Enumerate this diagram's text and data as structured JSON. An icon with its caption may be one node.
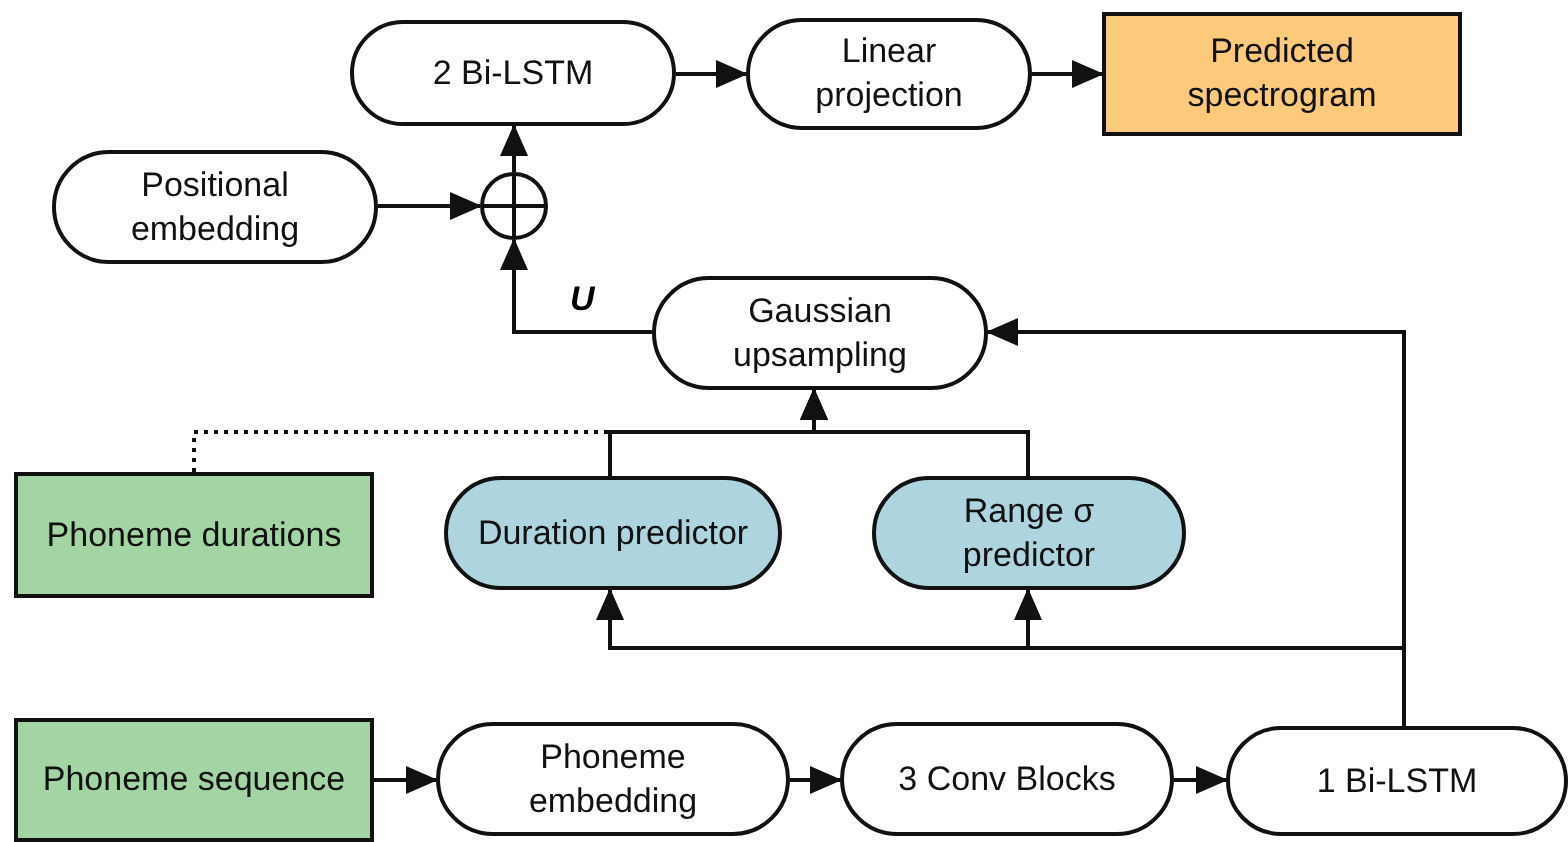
{
  "diagram": {
    "nodes": [
      {
        "text": [
          "2 Bi-LSTM"
        ]
      },
      {
        "text": [
          "Linear projection"
        ]
      },
      {
        "text": [
          "Predicted spectrogram"
        ]
      },
      {
        "text": [
          "Positional embedding"
        ]
      },
      {
        "text": [],
        "shape": "circle"
      },
      {
        "text": [
          "Gaussian upsampling"
        ]
      },
      {
        "text": [
          "Phoneme durations"
        ]
      },
      {
        "text": [
          "Duration predictor"
        ]
      },
      {
        "text": [
          "Range σ predictor"
        ]
      },
      {
        "text": [
          "Phoneme sequence"
        ]
      },
      {
        "text": [
          "Phoneme embedding"
        ]
      },
      {
        "text": [
          "3 Conv Blocks"
        ]
      },
      {
        "text": [
          "1 Bi-LSTM"
        ]
      }
    ],
    "edges": [
      {
        "from": 0,
        "to": 1,
        "arrow": "to"
      },
      {
        "from": 1,
        "to": 2,
        "arrow": "to"
      },
      {
        "from": 3,
        "to": 4,
        "arrow": "to"
      },
      {
        "from": 4,
        "to": 0,
        "arrow": "to"
      },
      {
        "from": 5,
        "to": 4,
        "arrow": "to",
        "label": "U"
      },
      {
        "from": 7,
        "to": 5,
        "arrow": "to"
      },
      {
        "from": 8,
        "to": 5,
        "arrow": "to"
      },
      {
        "from": 6,
        "to": 5,
        "arrow": "to",
        "style": "dashed"
      },
      {
        "from": 9,
        "to": 10,
        "arrow": "to"
      },
      {
        "from": 10,
        "to": 11,
        "arrow": "to"
      },
      {
        "from": 11,
        "to": 12,
        "arrow": "to"
      },
      {
        "from": 12,
        "to": 7,
        "arrow": "to"
      },
      {
        "from": 12,
        "to": 8,
        "arrow": "to"
      },
      {
        "from": 12,
        "to": 5,
        "arrow": "to"
      }
    ]
  }
}
